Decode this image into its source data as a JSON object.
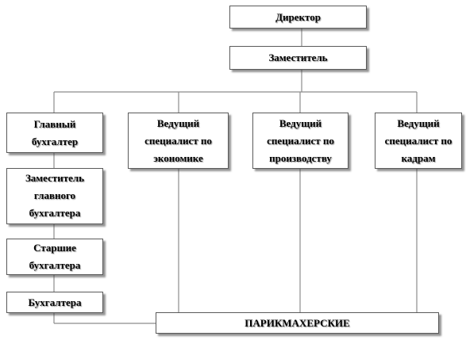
{
  "org_chart": {
    "director": "Директор",
    "deputy": "Заместитель",
    "chief_accountant": "Главный бухгалтер",
    "lead_economics": "Ведущий специалист по экономике",
    "lead_production": "Ведущий специалист по производству",
    "lead_hr": "Ведущий специалист по кадрам",
    "deputy_chief_accountant": "Заместитель главного бухгалтера",
    "senior_accountants": "Старшие бухгалтера",
    "accountants": "Бухгалтера",
    "hair_salons": "ПАРИКМАХЕРСКИЕ"
  },
  "colors": {
    "line": "#8c8c8c",
    "border": "#5a5a5a",
    "shadow": "#3c3c3c"
  }
}
